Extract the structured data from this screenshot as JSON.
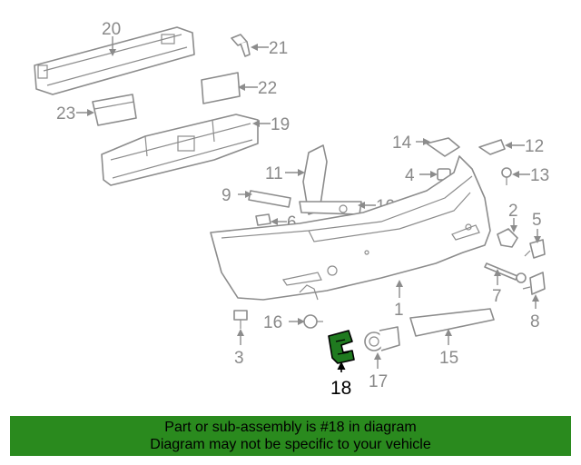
{
  "diagram": {
    "highlighted_part": "18",
    "highlight_color": "#1f7a1f",
    "callouts": [
      "1",
      "2",
      "3",
      "4",
      "5",
      "6",
      "7",
      "8",
      "9",
      "10",
      "11",
      "12",
      "13",
      "14",
      "15",
      "16",
      "17",
      "18",
      "19",
      "20",
      "21",
      "22",
      "23"
    ]
  },
  "banner": {
    "line1": "Part or sub-assembly is #18 in diagram",
    "line2": "Diagram may not be specific to your vehicle",
    "color": "#2a8a1e"
  }
}
